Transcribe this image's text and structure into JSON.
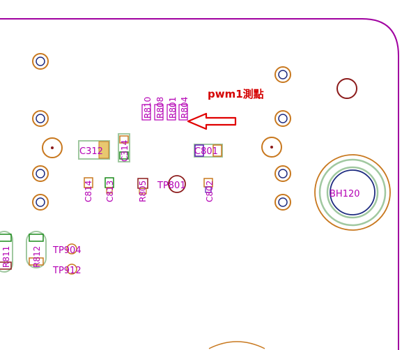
{
  "annotation": {
    "text": "pwm1測點",
    "color": "#e00000"
  },
  "colors": {
    "board_outline": "#a000a0",
    "silkscreen": "#b400b4",
    "copper": "#c8781e",
    "via_ring": "#8b1a1a",
    "courtyard": "#a0c8a0",
    "mount_inner": "#1e2c80",
    "pad_green": "#1a8a1a"
  },
  "components": {
    "c312": "C312",
    "c314": "C314",
    "c801": "C801",
    "r810": "R810",
    "r808": "R808",
    "r801": "R801",
    "r804": "R804",
    "c814": "C814",
    "c813": "C813",
    "r805": "R805",
    "tp801": "TP801",
    "c802": "C802",
    "bh120": "BH120",
    "r811": "R811",
    "r812": "R812",
    "tp904": "TP904",
    "tp912": "TP912"
  }
}
